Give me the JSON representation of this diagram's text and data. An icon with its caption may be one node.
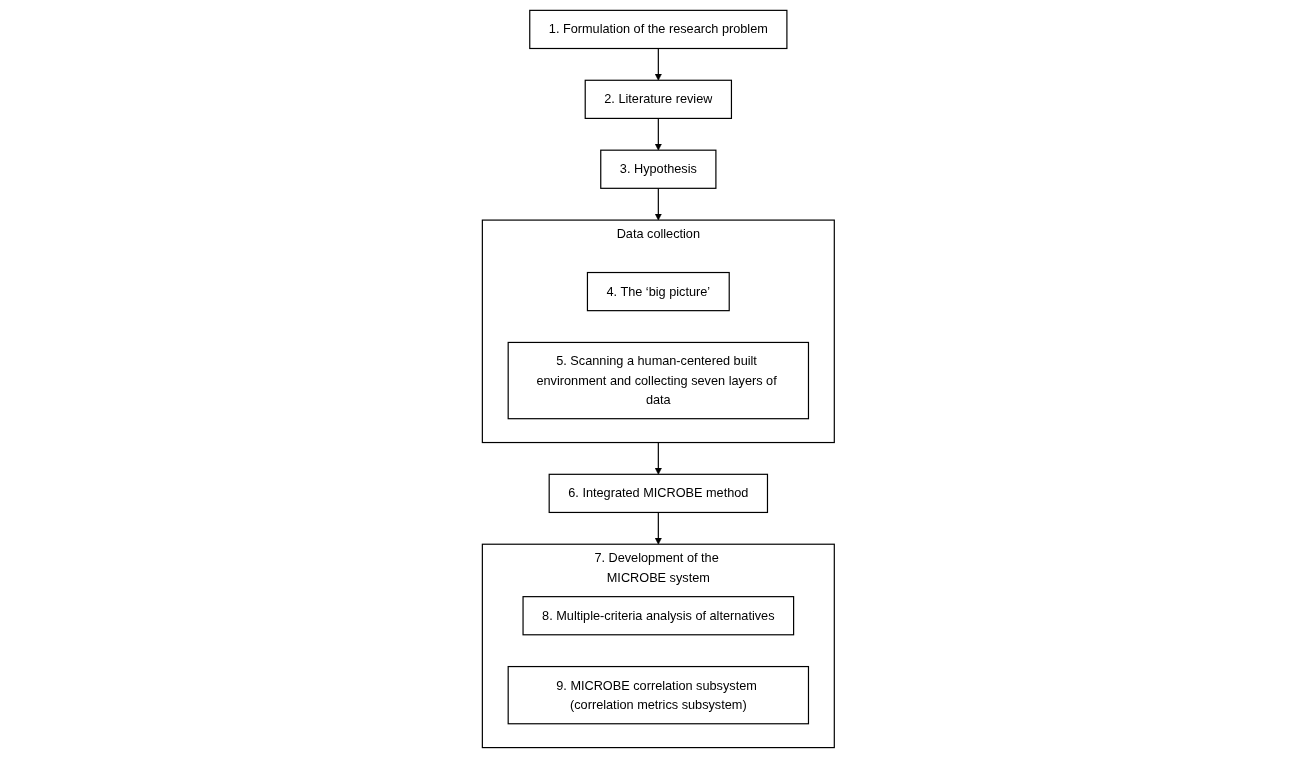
{
  "diagram": {
    "nodes": [
      {
        "text": [
          "1. Formulation of the research problem"
        ]
      },
      {
        "text": [
          "2. Literature review"
        ]
      },
      {
        "text": [
          "3. Hypothesis"
        ]
      },
      {
        "text": [
          "Data collection"
        ]
      },
      {
        "text": [
          "4. The ‘big picture’"
        ],
        "in": 3
      },
      {
        "text": [
          "5. Scanning a human-centered built environment and collecting seven layers of data"
        ],
        "in": 3
      },
      {
        "text": [
          "6. Integrated MICROBE method"
        ]
      },
      {
        "text": [
          "7. Development of the MICROBE system"
        ]
      },
      {
        "text": [
          "8. Multiple-criteria analysis of alternatives"
        ],
        "in": 7
      },
      {
        "text": [
          "9. MICROBE correlation subsystem (correlation metrics subsystem)"
        ],
        "in": 7
      }
    ],
    "edges": [
      {
        "from": 0,
        "to": 1,
        "arrow": "to"
      },
      {
        "from": 1,
        "to": 2,
        "arrow": "to"
      },
      {
        "from": 2,
        "to": 3,
        "arrow": "to"
      },
      {
        "from": 3,
        "to": 6,
        "arrow": "to"
      },
      {
        "from": 6,
        "to": 7,
        "arrow": "to"
      }
    ]
  }
}
